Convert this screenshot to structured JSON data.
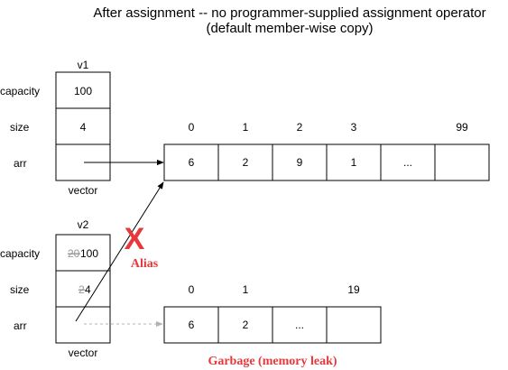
{
  "title_line1": "After assignment -- no programmer-supplied assignment operator",
  "title_line2": "(default member-wise copy)",
  "v1": {
    "name": "v1",
    "fields": [
      {
        "label": "capacity",
        "value": "100"
      },
      {
        "label": "size",
        "value": "4"
      },
      {
        "label": "arr",
        "value": ""
      }
    ],
    "type_label": "vector"
  },
  "v2": {
    "name": "v2",
    "fields": [
      {
        "label": "capacity",
        "old_value": "20",
        "value": "100"
      },
      {
        "label": "size",
        "old_value": "2",
        "value": "4"
      },
      {
        "label": "arr",
        "value": ""
      }
    ],
    "type_label": "vector"
  },
  "array1": {
    "indices": [
      "0",
      "1",
      "2",
      "3",
      "",
      "99"
    ],
    "cells": [
      "6",
      "2",
      "9",
      "1",
      "...",
      ""
    ]
  },
  "array2": {
    "indices": [
      "0",
      "1",
      "",
      "19"
    ],
    "cells": [
      "6",
      "2",
      "...",
      ""
    ]
  },
  "alias_mark": "X",
  "alias_label": "Alias",
  "garbage_label": "Garbage (memory leak)",
  "colors": {
    "alert_red": "#e8383c",
    "line": "#000000",
    "dashed_gray": "#b3b3b3",
    "struck_gray": "#999999"
  }
}
